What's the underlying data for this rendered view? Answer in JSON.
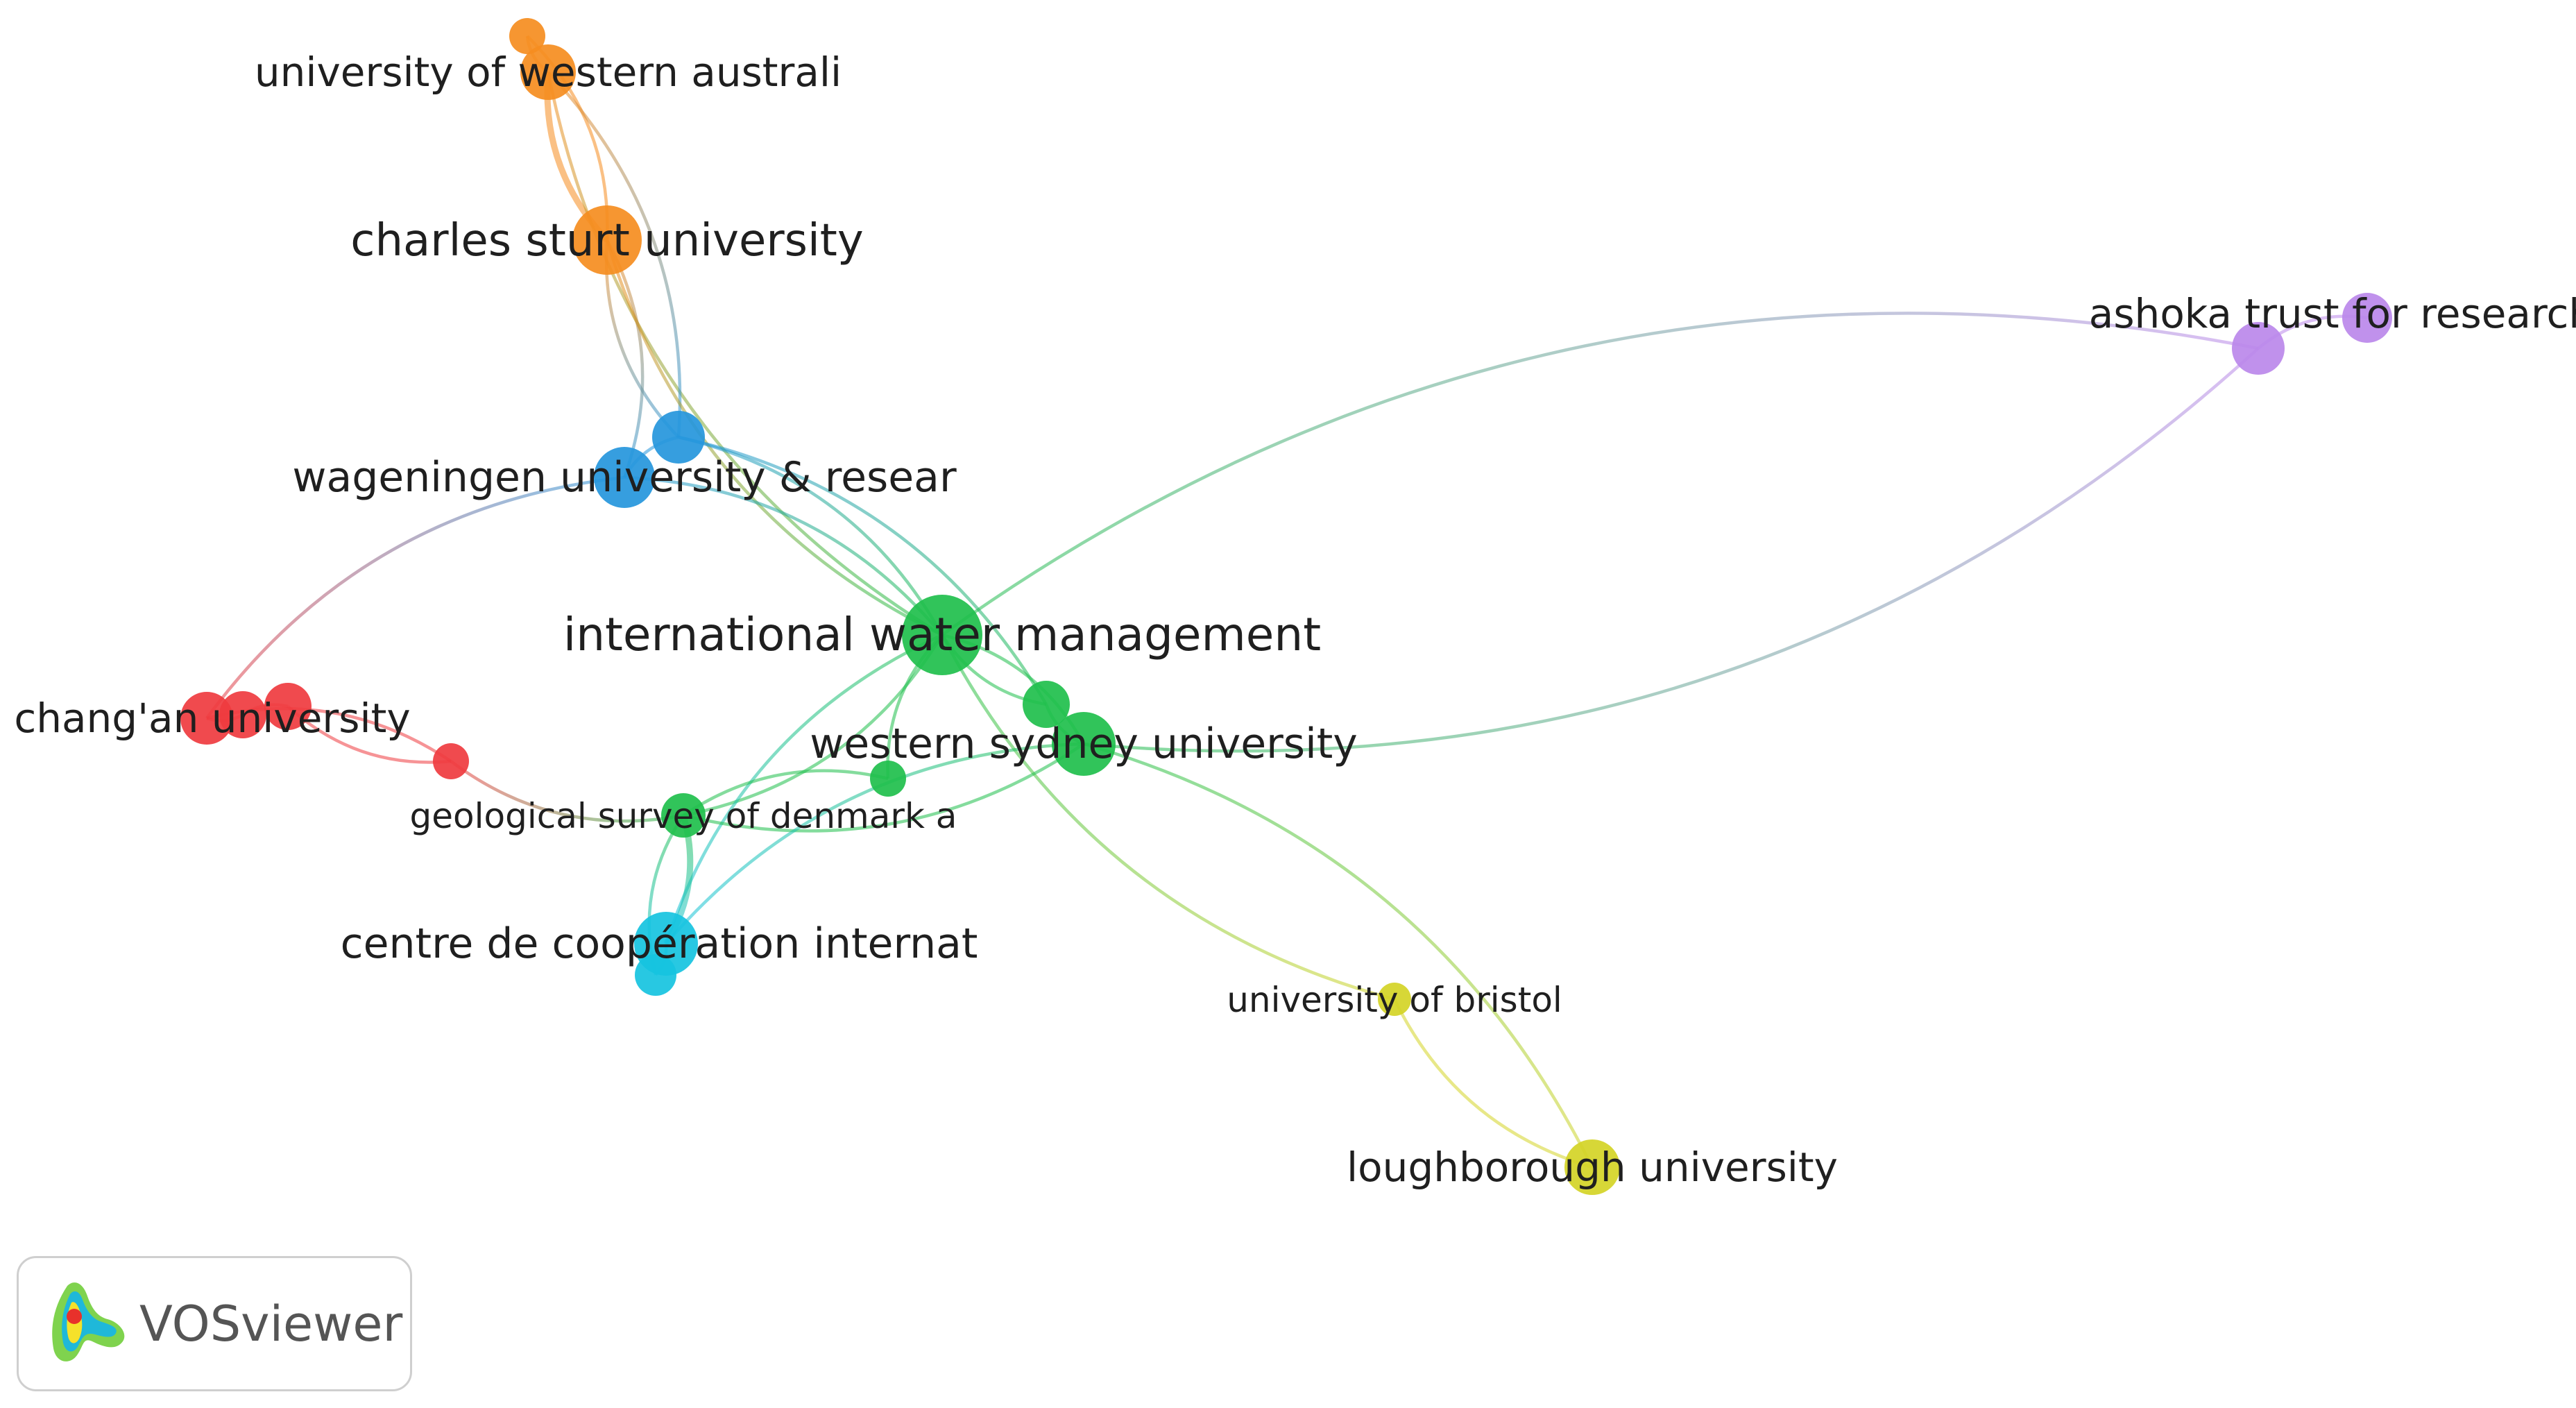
{
  "network": {
    "nodes": [
      {
        "id": "uwa",
        "label": "university of western australi",
        "cluster": "orange"
      },
      {
        "id": "uwa2",
        "label": "",
        "cluster": "orange"
      },
      {
        "id": "csu",
        "label": "charles sturt university",
        "cluster": "orange"
      },
      {
        "id": "wur",
        "label": "wageningen university & resear",
        "cluster": "blue"
      },
      {
        "id": "blue2",
        "label": "",
        "cluster": "blue"
      },
      {
        "id": "iwmi",
        "label": "international water management",
        "cluster": "green"
      },
      {
        "id": "green2",
        "label": "",
        "cluster": "green"
      },
      {
        "id": "wsu",
        "label": "western sydney university",
        "cluster": "green"
      },
      {
        "id": "green3",
        "label": "",
        "cluster": "green"
      },
      {
        "id": "geus",
        "label": "geological survey of denmark a",
        "cluster": "green"
      },
      {
        "id": "changan",
        "label": "chang'an university",
        "cluster": "red"
      },
      {
        "id": "red2",
        "label": "",
        "cluster": "red"
      },
      {
        "id": "red3",
        "label": "",
        "cluster": "red"
      },
      {
        "id": "red4",
        "label": "",
        "cluster": "red"
      },
      {
        "id": "cirad",
        "label": "centre de coopération internat",
        "cluster": "cyan"
      },
      {
        "id": "cyan2",
        "label": "",
        "cluster": "cyan"
      },
      {
        "id": "ashoka",
        "label": "ashoka trust for research",
        "cluster": "purple"
      },
      {
        "id": "purple2",
        "label": "",
        "cluster": "purple"
      },
      {
        "id": "bristol",
        "label": "university of bristol",
        "cluster": "yellow"
      },
      {
        "id": "lboro",
        "label": "loughborough university",
        "cluster": "yellow"
      }
    ],
    "links": [
      [
        "uwa",
        "uwa2"
      ],
      [
        "uwa",
        "csu"
      ],
      [
        "uwa2",
        "csu"
      ],
      [
        "uwa",
        "iwmi"
      ],
      [
        "uwa",
        "blue2"
      ],
      [
        "csu",
        "blue2"
      ],
      [
        "csu",
        "wur"
      ],
      [
        "csu",
        "iwmi"
      ],
      [
        "blue2",
        "iwmi"
      ],
      [
        "blue2",
        "wur"
      ],
      [
        "wur",
        "iwmi"
      ],
      [
        "wur",
        "changan"
      ],
      [
        "blue2",
        "green2"
      ],
      [
        "iwmi",
        "green2"
      ],
      [
        "iwmi",
        "wsu"
      ],
      [
        "iwmi",
        "green3"
      ],
      [
        "iwmi",
        "geus"
      ],
      [
        "iwmi",
        "cirad"
      ],
      [
        "iwmi",
        "ashoka"
      ],
      [
        "iwmi",
        "bristol"
      ],
      [
        "wsu",
        "green2"
      ],
      [
        "wsu",
        "ashoka"
      ],
      [
        "wsu",
        "geus"
      ],
      [
        "wsu",
        "cirad"
      ],
      [
        "wsu",
        "lboro"
      ],
      [
        "green3",
        "geus"
      ],
      [
        "geus",
        "cirad"
      ],
      [
        "geus",
        "cyan2"
      ],
      [
        "cirad",
        "cyan2"
      ],
      [
        "changan",
        "red2"
      ],
      [
        "red2",
        "red3"
      ],
      [
        "red3",
        "red4"
      ],
      [
        "changan",
        "red4"
      ],
      [
        "red4",
        "geus"
      ],
      [
        "ashoka",
        "purple2"
      ],
      [
        "bristol",
        "lboro"
      ]
    ]
  },
  "cluster_colors": {
    "orange": "#f58d1f",
    "blue": "#2596dc",
    "green": "#1fbf4c",
    "red": "#ef3b3f",
    "cyan": "#16c3e0",
    "purple": "#bb88ea",
    "yellow": "#d4d426"
  },
  "badge": {
    "name": "VOSviewer",
    "icon": "vosviewer-logo-icon"
  }
}
